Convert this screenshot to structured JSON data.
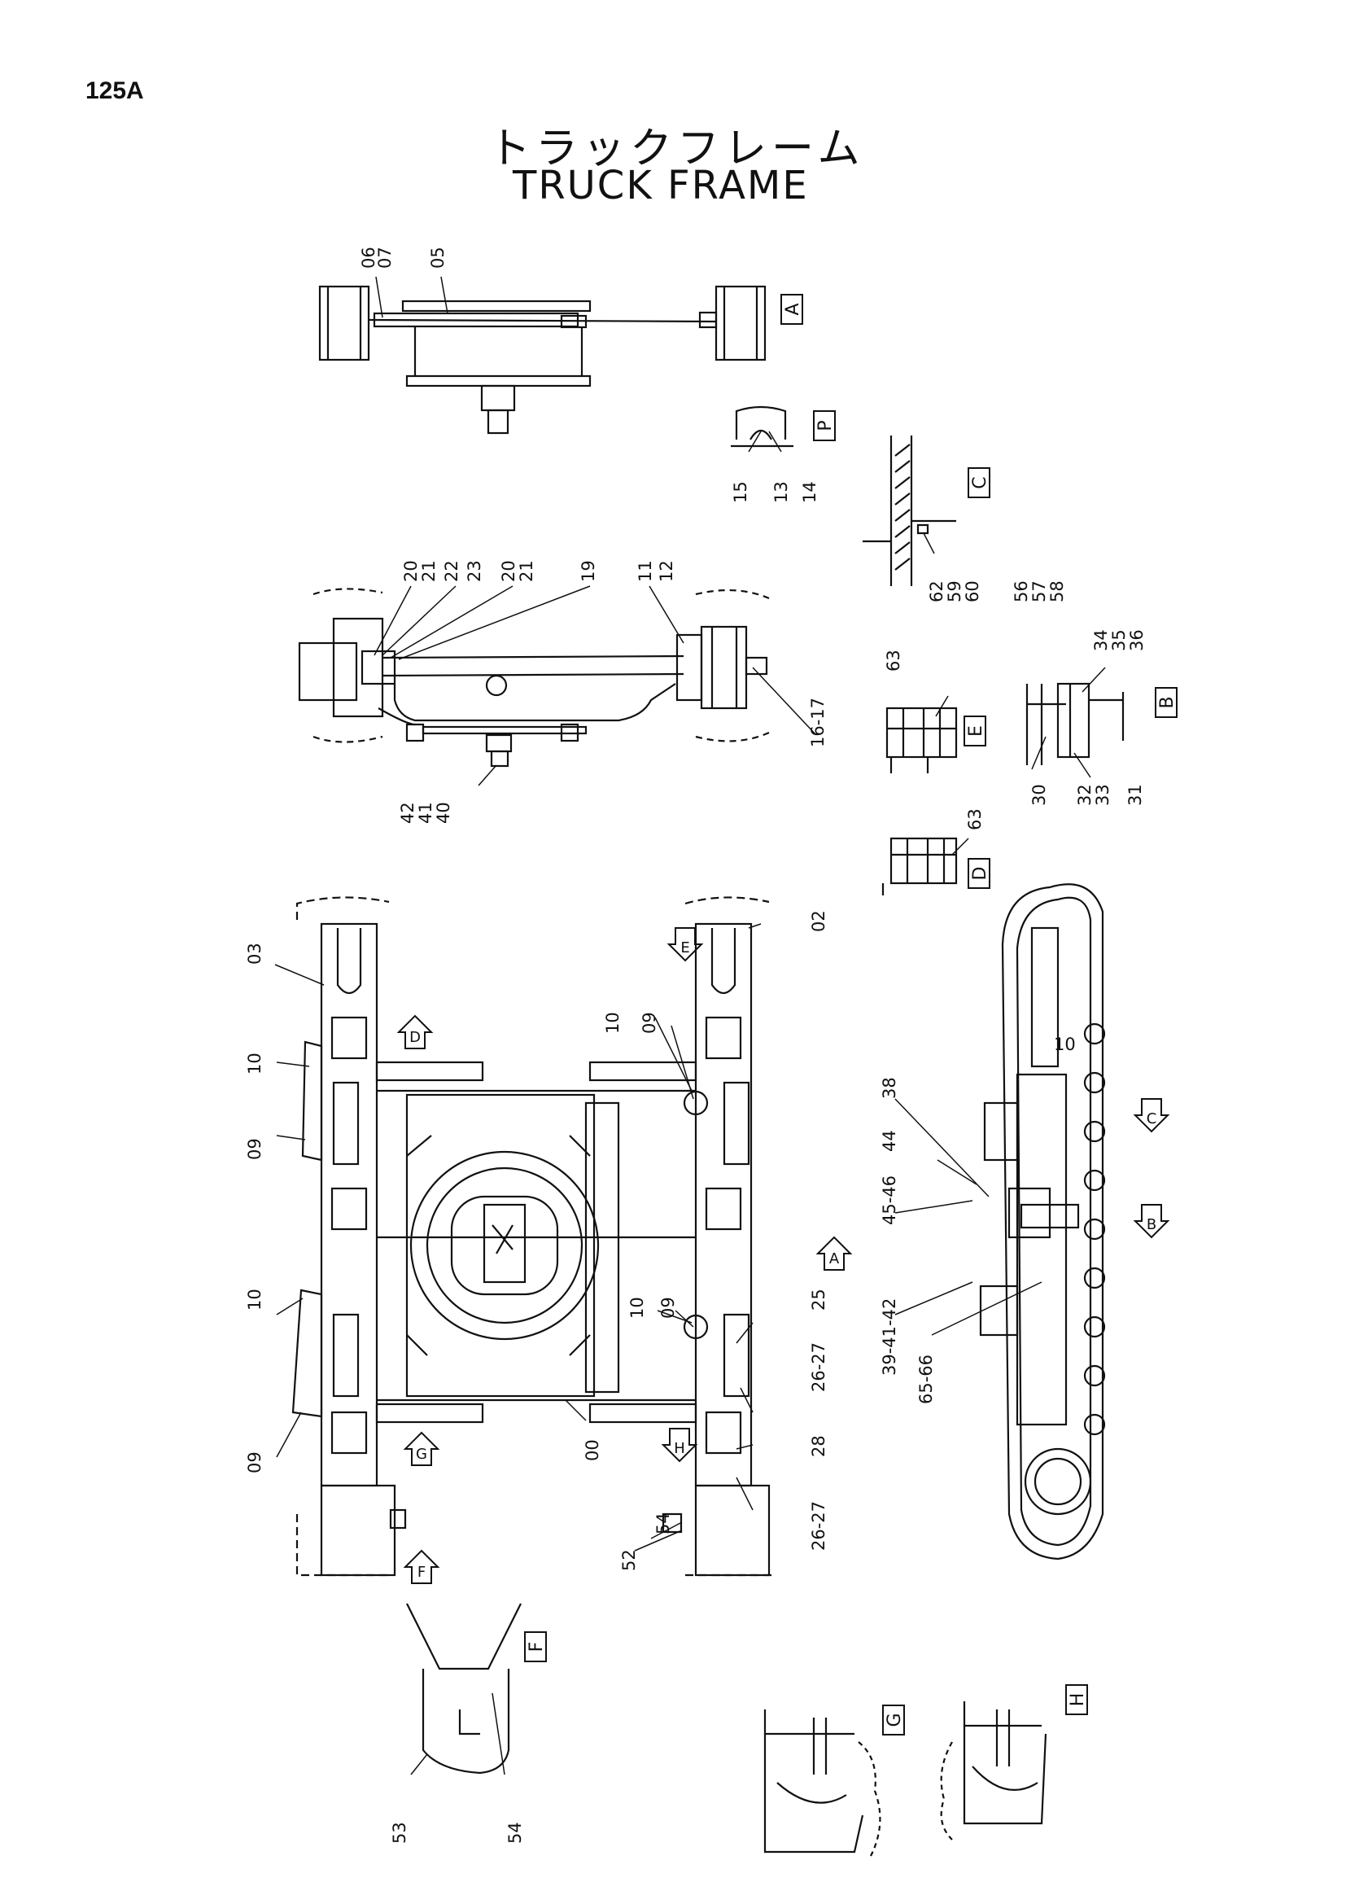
{
  "page": {
    "number": "125A"
  },
  "title": {
    "japanese": "トラックフレーム",
    "english": "TRUCK FRAME"
  },
  "view_labels": [
    "A",
    "P",
    "C",
    "E",
    "B",
    "D",
    "F",
    "G",
    "H"
  ],
  "section_markers": [
    "D",
    "E",
    "A",
    "G",
    "H",
    "F",
    "C",
    "B"
  ],
  "callouts": {
    "view_a": [
      "06",
      "07",
      "05"
    ],
    "view_p": [
      "15",
      "13",
      "14"
    ],
    "view_c": [
      "62",
      "59",
      "60",
      "56",
      "57",
      "58"
    ],
    "side": [
      "20",
      "21",
      "22",
      "23",
      "20",
      "21",
      "19",
      "11",
      "12",
      "16-17",
      "42",
      "41",
      "40"
    ],
    "view_e": [
      "63"
    ],
    "view_b": [
      "34",
      "35",
      "36",
      "30",
      "32",
      "33",
      "31"
    ],
    "view_d": [
      "63"
    ],
    "plan": [
      "03",
      "10",
      "09",
      "10",
      "09",
      "02",
      "10",
      "09",
      "10",
      "09",
      "25",
      "26-27",
      "28",
      "26-27",
      "00",
      "54",
      "52"
    ],
    "crawler": [
      "38",
      "44",
      "45-46",
      "39-41-42",
      "65-66"
    ],
    "crawler_mark": [
      "10"
    ],
    "view_f": [
      "53",
      "54"
    ]
  }
}
